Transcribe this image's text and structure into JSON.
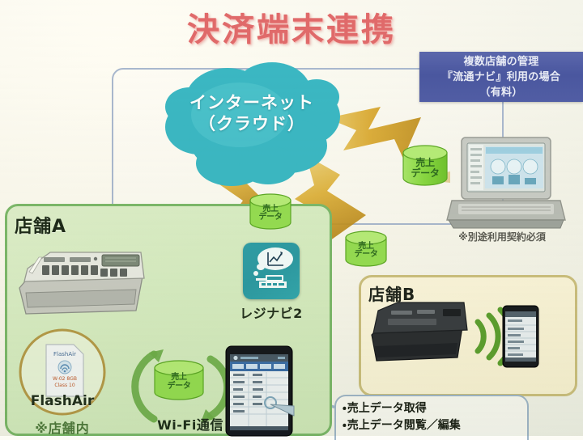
{
  "title": "決済端末連携",
  "cloud": {
    "line1": "インターネット",
    "line2": "（クラウド）"
  },
  "banner": {
    "line1": "複数店舗の管理",
    "line2": "『流通ナビ』利用の場合",
    "line3": "（有料）"
  },
  "laptop": {
    "note": "※別途利用契約必須"
  },
  "store_a": {
    "label": "店舗A",
    "flashair_label": "FlashAir",
    "shop_inside": "※店舗内",
    "app_label": "レジナビ2",
    "wifi_label": "Wi-Fi通信"
  },
  "store_b": {
    "label": "店舗B"
  },
  "bullets": [
    "売上データ取得",
    "売上データ閲覧／編集"
  ],
  "data_cylinders": [
    {
      "line1": "売上",
      "line2": "データ",
      "id": "cyl-cloud-to-laptop"
    },
    {
      "line1": "売上",
      "line2": "データ",
      "id": "cyl-storeA-up"
    },
    {
      "line1": "売上",
      "line2": "データ",
      "id": "cyl-storeB-up"
    },
    {
      "line1": "売上",
      "line2": "データ",
      "id": "cyl-wifi"
    }
  ],
  "colors": {
    "title": "#e06a6a",
    "cloud": "#3bb8c4",
    "banner": "#4a57a0",
    "arrow": "#d9a82e",
    "store_a_border": "#7cb86a",
    "store_a_fill": "#d6ecc2",
    "store_b_border": "#cbbf7e",
    "store_b_fill": "#f7f1d2",
    "cylinder": "#8fd94a",
    "wifi_wave": "#6fae4a",
    "frame": "#a9b8cf"
  }
}
